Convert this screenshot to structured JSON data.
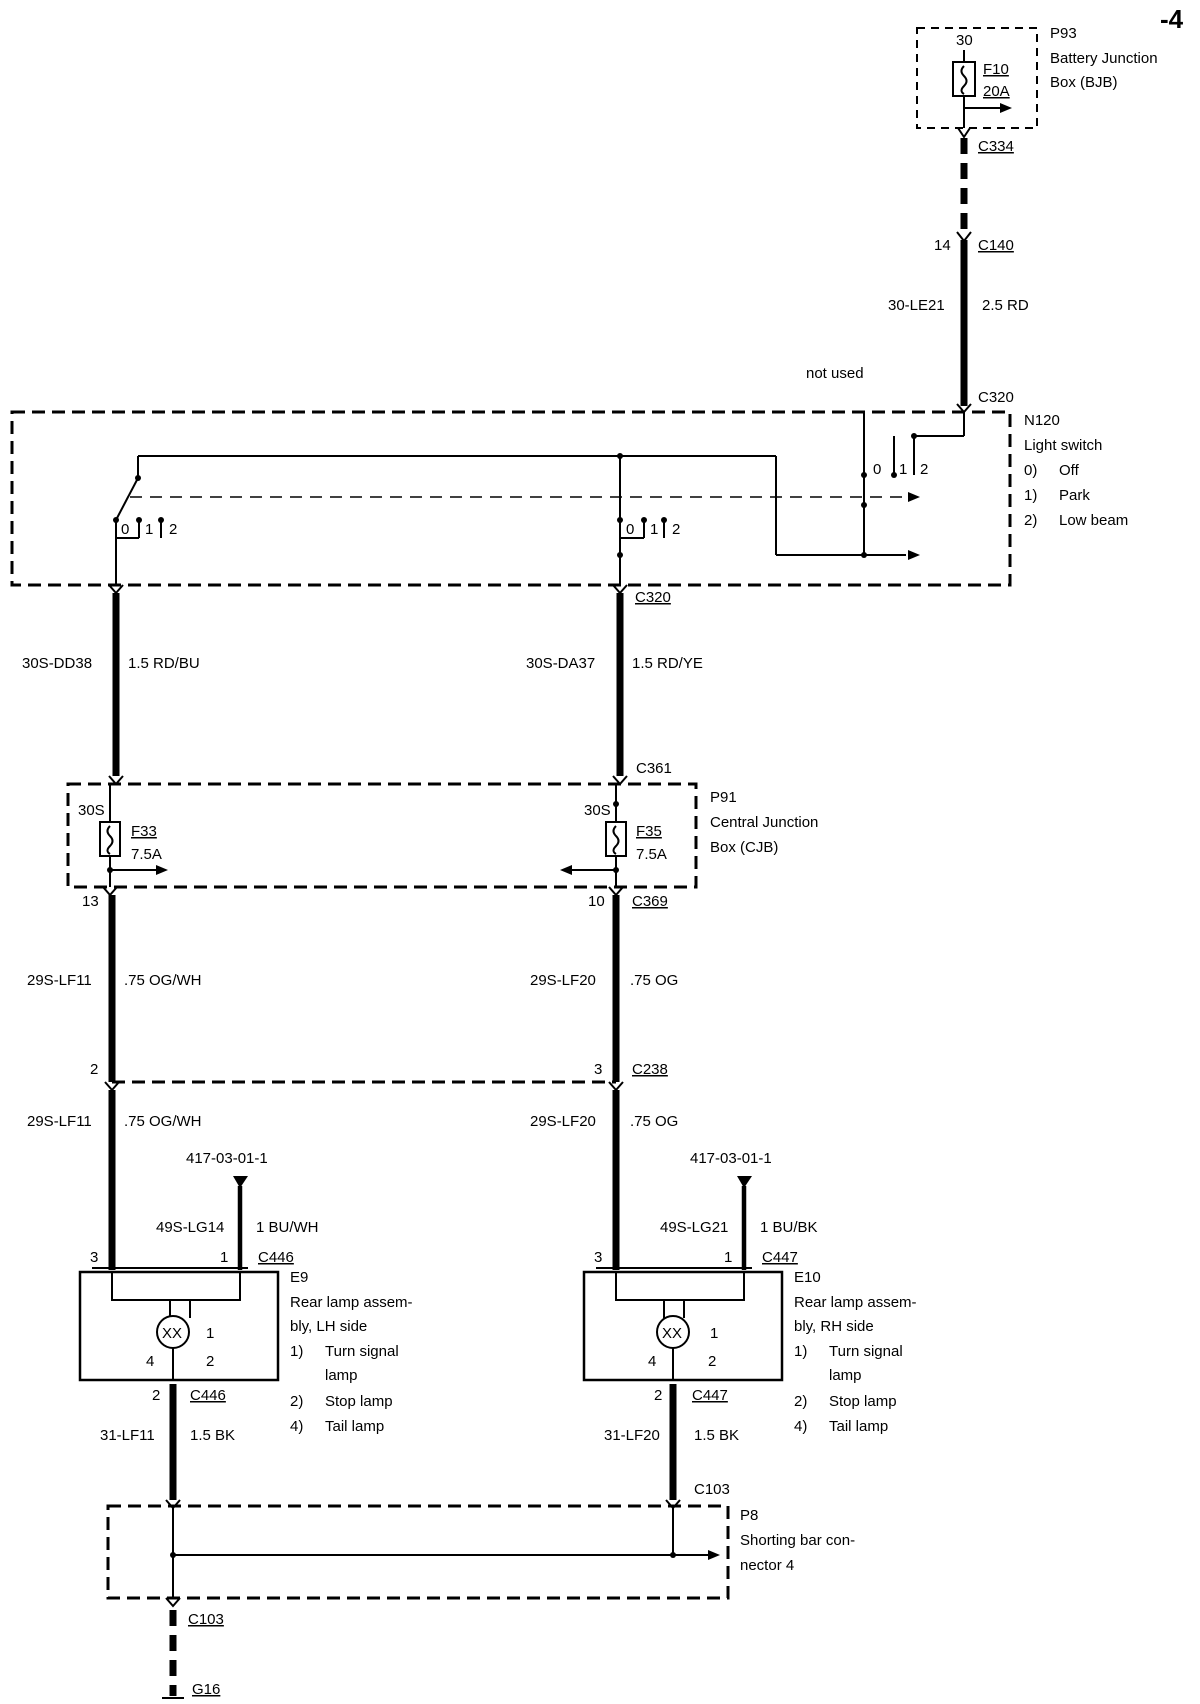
{
  "page_number": "-4",
  "components": {
    "p93": {
      "ref": "P93",
      "name_line1": "Battery Junction",
      "name_line2": "Box (BJB)",
      "pin": "30",
      "fuse": "F10",
      "rating": "20A"
    },
    "n120": {
      "ref": "N120",
      "name": "Light switch",
      "positions": [
        {
          "num": "0)",
          "label": "Off"
        },
        {
          "num": "1)",
          "label": "Park"
        },
        {
          "num": "2)",
          "label": "Low beam"
        }
      ],
      "not_used": "not used",
      "contacts": [
        "0",
        "1",
        "2"
      ]
    },
    "p91": {
      "ref": "P91",
      "name_line1": "Central Junction",
      "name_line2": "Box (CJB)",
      "pin": "30S",
      "fuse_left": {
        "id": "F33",
        "rating": "7.5A"
      },
      "fuse_right": {
        "id": "F35",
        "rating": "7.5A"
      }
    },
    "e9": {
      "ref": "E9",
      "name_lines": [
        "Rear lamp assem-",
        "bly, LH side"
      ],
      "bulb": "XX",
      "pins": [
        "4",
        "2",
        "1"
      ],
      "items": [
        {
          "num": "1)",
          "lines": [
            "Turn signal",
            "lamp"
          ]
        },
        {
          "num": "2)",
          "lines": [
            "Stop lamp"
          ]
        },
        {
          "num": "4)",
          "lines": [
            "Tail lamp"
          ]
        }
      ]
    },
    "e10": {
      "ref": "E10",
      "name_lines": [
        "Rear lamp assem-",
        "bly, RH side"
      ],
      "bulb": "XX",
      "pins": [
        "4",
        "2",
        "1"
      ],
      "items": [
        {
          "num": "1)",
          "lines": [
            "Turn signal",
            "lamp"
          ]
        },
        {
          "num": "2)",
          "lines": [
            "Stop lamp"
          ]
        },
        {
          "num": "4)",
          "lines": [
            "Tail lamp"
          ]
        }
      ]
    },
    "p8": {
      "ref": "P8",
      "name_line1": "Shorting bar con-",
      "name_line2": "nector 4"
    },
    "ground": {
      "ref": "G16"
    }
  },
  "connectors": {
    "c334": "C334",
    "c140": "C140",
    "c140_pin": "14",
    "c320_top": "C320",
    "c320_bottom": "C320",
    "c361": "C361",
    "c369": "C369",
    "c369_left_pin": "13",
    "c369_right_pin": "10",
    "c238": "C238",
    "c238_left_pin": "2",
    "c238_right_pin": "3",
    "c446_top": "C446",
    "c446_bottom": "C446",
    "c447_top": "C447",
    "c447_bottom": "C447",
    "e9_pin3": "3",
    "e9_pin1": "1",
    "e9_pin2": "2",
    "e10_pin3": "3",
    "e10_pin1": "1",
    "e10_pin2": "2",
    "c103_top": "C103",
    "c103_bottom": "C103"
  },
  "wires": {
    "w1": {
      "circuit": "30-LE21",
      "spec": "2.5 RD"
    },
    "w2": {
      "circuit": "30S-DD38",
      "spec": "1.5 RD/BU"
    },
    "w3": {
      "circuit": "30S-DA37",
      "spec": "1.5 RD/YE"
    },
    "w4": {
      "circuit": "29S-LF11",
      "spec": ".75 OG/WH"
    },
    "w5": {
      "circuit": "29S-LF20",
      "spec": ".75 OG"
    },
    "w6": {
      "circuit": "29S-LF11",
      "spec": ".75 OG/WH"
    },
    "w7": {
      "circuit": "29S-LF20",
      "spec": ".75 OG"
    },
    "w8": {
      "circuit": "49S-LG14",
      "spec": "1 BU/WH",
      "ref": "417-03-01-1"
    },
    "w9": {
      "circuit": "49S-LG21",
      "spec": "1 BU/BK",
      "ref": "417-03-01-1"
    },
    "w10": {
      "circuit": "31-LF11",
      "spec": "1.5 BK"
    },
    "w11": {
      "circuit": "31-LF20",
      "spec": "1.5 BK"
    }
  }
}
